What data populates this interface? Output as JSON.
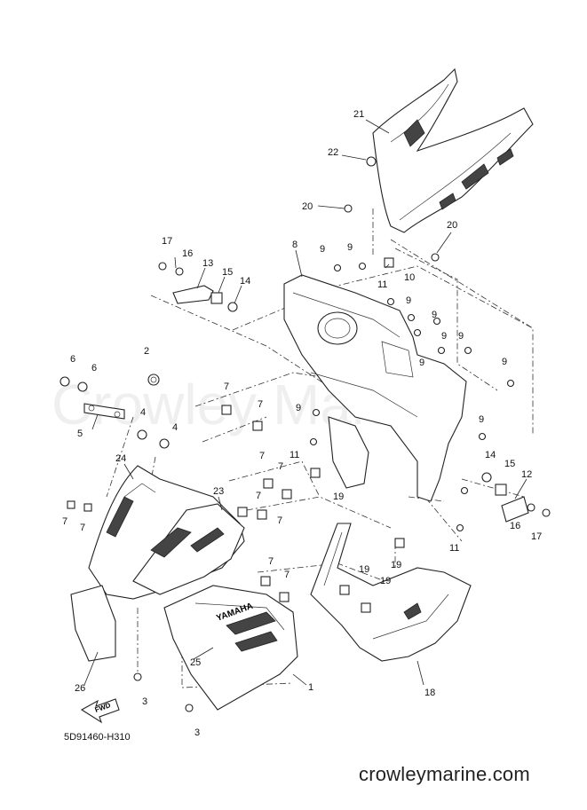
{
  "diagram": {
    "code": "5D91460-H310",
    "watermark": "Crowley Marine",
    "fwd_label": "FWD",
    "brand_label": "YAMAHA",
    "callouts": [
      {
        "id": "c21",
        "text": "21"
      },
      {
        "id": "c22",
        "text": "22"
      },
      {
        "id": "c20a",
        "text": "20"
      },
      {
        "id": "c20b",
        "text": "20"
      },
      {
        "id": "c8",
        "text": "8"
      },
      {
        "id": "c9a",
        "text": "9"
      },
      {
        "id": "c9b",
        "text": "9"
      },
      {
        "id": "c10",
        "text": "10"
      },
      {
        "id": "c11a",
        "text": "11"
      },
      {
        "id": "c9c",
        "text": "9"
      },
      {
        "id": "c9d",
        "text": "9"
      },
      {
        "id": "c9e",
        "text": "9"
      },
      {
        "id": "c9f",
        "text": "9"
      },
      {
        "id": "c9g",
        "text": "9"
      },
      {
        "id": "c9h",
        "text": "9"
      },
      {
        "id": "c9i",
        "text": "9"
      },
      {
        "id": "c9j",
        "text": "9"
      },
      {
        "id": "c17a",
        "text": "17"
      },
      {
        "id": "c16a",
        "text": "16"
      },
      {
        "id": "c13",
        "text": "13"
      },
      {
        "id": "c15a",
        "text": "15"
      },
      {
        "id": "c14a",
        "text": "14"
      },
      {
        "id": "c2",
        "text": "2"
      },
      {
        "id": "c6a",
        "text": "6"
      },
      {
        "id": "c6b",
        "text": "6"
      },
      {
        "id": "c7a",
        "text": "7"
      },
      {
        "id": "c7b",
        "text": "7"
      },
      {
        "id": "c4a",
        "text": "4"
      },
      {
        "id": "c4b",
        "text": "4"
      },
      {
        "id": "c5",
        "text": "5"
      },
      {
        "id": "c11b",
        "text": "11"
      },
      {
        "id": "c19a",
        "text": "19"
      },
      {
        "id": "c14b",
        "text": "14"
      },
      {
        "id": "c15b",
        "text": "15"
      },
      {
        "id": "c12",
        "text": "12"
      },
      {
        "id": "c16b",
        "text": "16"
      },
      {
        "id": "c17b",
        "text": "17"
      },
      {
        "id": "c11c",
        "text": "11"
      },
      {
        "id": "c24",
        "text": "24"
      },
      {
        "id": "c7c",
        "text": "7"
      },
      {
        "id": "c7d",
        "text": "7"
      },
      {
        "id": "c7e",
        "text": "7"
      },
      {
        "id": "c7f",
        "text": "7"
      },
      {
        "id": "c23",
        "text": "23"
      },
      {
        "id": "c7g",
        "text": "7"
      },
      {
        "id": "c7h",
        "text": "7"
      },
      {
        "id": "c7i",
        "text": "7"
      },
      {
        "id": "c7j",
        "text": "7"
      },
      {
        "id": "c19b",
        "text": "19"
      },
      {
        "id": "c19c",
        "text": "19"
      },
      {
        "id": "c19d",
        "text": "19"
      },
      {
        "id": "c25",
        "text": "25"
      },
      {
        "id": "c1",
        "text": "1"
      },
      {
        "id": "c18",
        "text": "18"
      },
      {
        "id": "c26",
        "text": "26"
      },
      {
        "id": "c3a",
        "text": "3"
      },
      {
        "id": "c3b",
        "text": "3"
      }
    ]
  },
  "footer": {
    "site": "crowleymarine.com"
  }
}
